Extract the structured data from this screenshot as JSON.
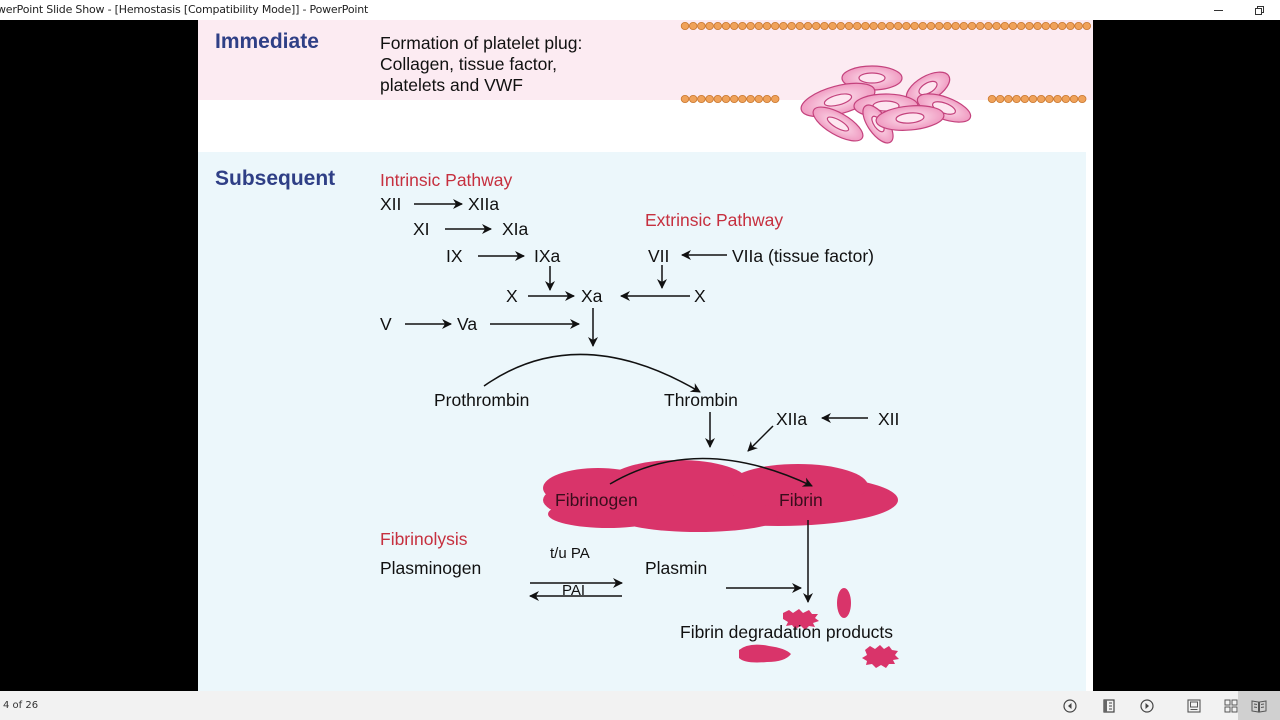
{
  "window": {
    "title": "werPoint Slide Show - [Hemostasis [Compatibility Mode]] - PowerPoint",
    "minimize_icon": "minimize-icon",
    "restore_icon": "restore-icon"
  },
  "slide": {
    "immediate": {
      "heading": "Immediate",
      "lines": [
        "Formation of platelet plug:",
        "Collagen, tissue factor,",
        "platelets and VWF"
      ]
    },
    "subsequent": {
      "heading": "Subsequent",
      "intrinsic": {
        "title": "Intrinsic Pathway",
        "steps": [
          {
            "from": "XII",
            "to": "XIIa"
          },
          {
            "from": "XI",
            "to": "XIa"
          },
          {
            "from": "IX",
            "to": "IXa"
          },
          {
            "from": "X",
            "to": "Xa"
          },
          {
            "from": "V",
            "to": "Va"
          }
        ]
      },
      "extrinsic": {
        "title": "Extrinsic Pathway",
        "factor": "VII",
        "activator": "VIIa (tissue factor)",
        "x": "X"
      },
      "common": {
        "prothrombin": "Prothrombin",
        "thrombin": "Thrombin",
        "xiia": "XIIa",
        "xii": "XII",
        "fibrinogen": "Fibrinogen",
        "fibrin": "Fibrin"
      },
      "fibrinolysis": {
        "title": "Fibrinolysis",
        "plasminogen": "Plasminogen",
        "forward_label": "t/u PA",
        "reverse_label": "PAI",
        "plasmin": "Plasmin",
        "products": "Fibrin degradation products"
      }
    },
    "colors": {
      "heading": "#2f3f86",
      "pathway_title": "#c6303f",
      "clot": "#d9346a",
      "immediate_band": "#fcebf2",
      "subsequent_band": "#ecf7fb",
      "endothelium": "#f0a25a",
      "platelet": "#f3b3cf"
    }
  },
  "statusbar": {
    "slide_counter": "4 of 26",
    "buttons": [
      {
        "name": "previous-slide-button",
        "icon": "previous-icon"
      },
      {
        "name": "notes-button",
        "icon": "notes-icon"
      },
      {
        "name": "next-slide-button",
        "icon": "next-icon"
      },
      {
        "name": "normal-view-button",
        "icon": "normal-view-icon"
      },
      {
        "name": "slide-sorter-button",
        "icon": "slide-sorter-icon"
      },
      {
        "name": "reading-view-button",
        "icon": "reading-view-icon"
      }
    ]
  }
}
